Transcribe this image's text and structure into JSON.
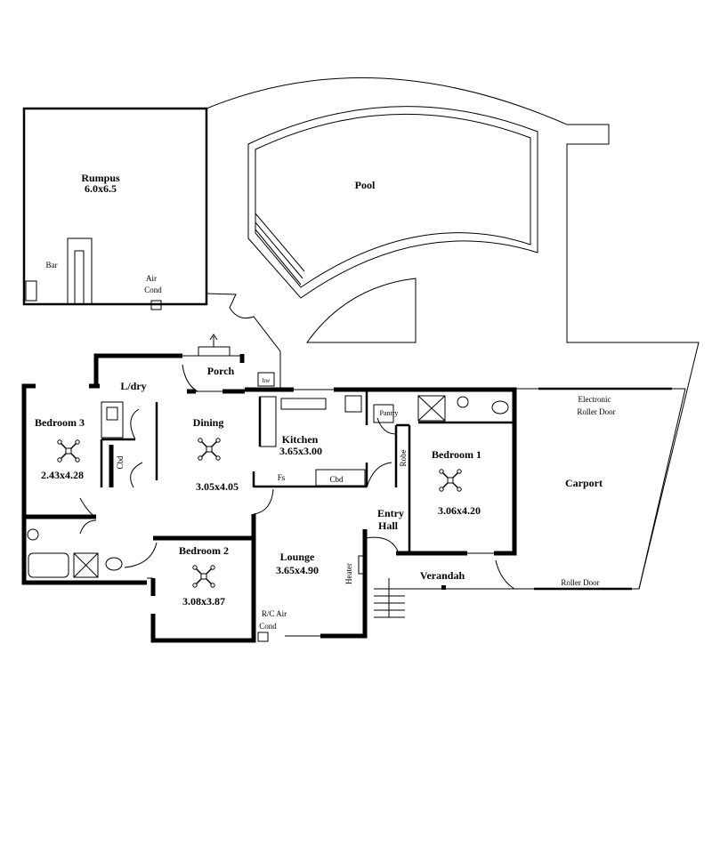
{
  "title": "Floor Plan",
  "rooms": {
    "rumpus": {
      "name": "Rumpus",
      "size": "6.0x6.5"
    },
    "bar": "Bar",
    "rumpus_ac": [
      "Air",
      "Cond"
    ],
    "pool": "Pool",
    "ldry": "L/dry",
    "porch": "Porch",
    "hw": "hw",
    "bedroom3": {
      "name": "Bedroom 3",
      "size": "2.43x4.28"
    },
    "cbd_dining": "Cbd",
    "dining": {
      "name": "Dining",
      "size": "3.05x4.05"
    },
    "kitchen": {
      "name": "Kitchen",
      "size": "3.65x3.00"
    },
    "fs": "Fs",
    "cbd_kitchen": "Cbd",
    "pantry": "Pantry",
    "robe": "Robe",
    "bedroom1": {
      "name": "Bedroom 1",
      "size": "3.06x4.20"
    },
    "entry_hall": [
      "Entry",
      "Hall"
    ],
    "bedroom2": {
      "name": "Bedroom 2",
      "size": "3.08x3.87"
    },
    "lounge": {
      "name": "Lounge",
      "size": "3.65x4.90"
    },
    "heater": "Heater",
    "rc_air_cond": [
      "R/C Air",
      "Cond"
    ],
    "verandah": "Verandah",
    "carport": "Carport",
    "electronic_roller_door": [
      "Electronic",
      "Roller Door"
    ],
    "roller_door": "Roller Door"
  },
  "icons": {
    "ceiling_fan": "ceiling-fan-icon",
    "entry_arrow": "arrow-up-icon"
  }
}
